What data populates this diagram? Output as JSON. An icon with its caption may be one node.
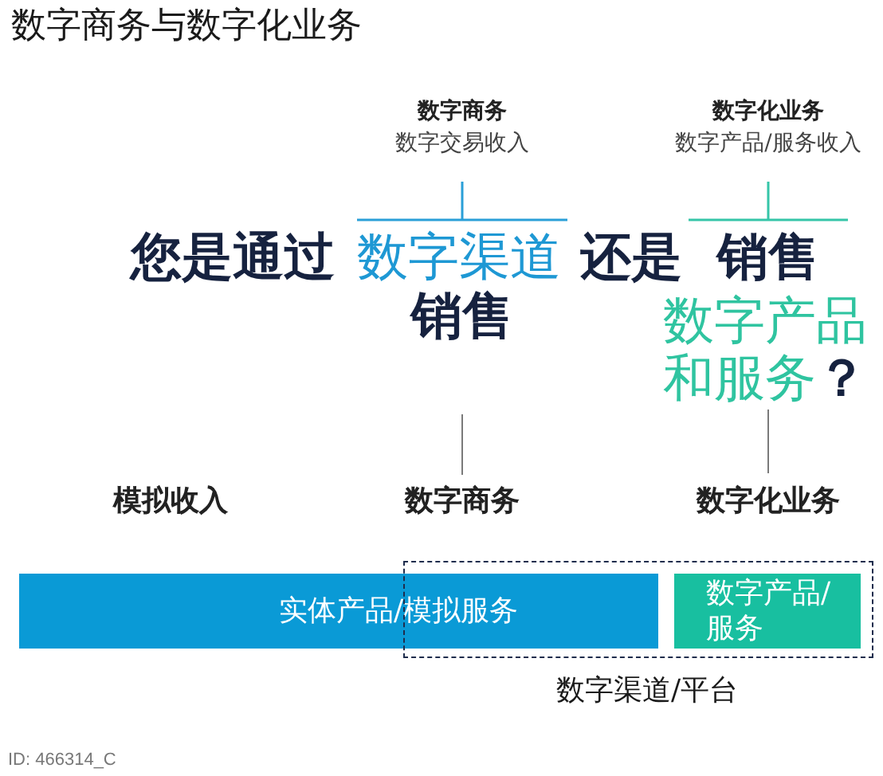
{
  "diagram": {
    "title": "数字商务与数字化业务",
    "nodes": [
      {
        "text": [
          "实体产品/模拟服务"
        ]
      },
      {
        "text": [
          "数字渠道/平台"
        ]
      },
      {
        "text": [
          "数字产品/服务"
        ],
        "in": 1
      }
    ],
    "labels": [
      "数字商务",
      "数字交易收入",
      "数字化业务",
      "数字产品/服务收入",
      "您是通过",
      "数字渠道",
      "还是",
      "销售",
      "销售",
      "数字产品和服务**？**",
      "模拟收入",
      "数字商务",
      "数字化业务",
      "ID: 466314_C"
    ]
  }
}
